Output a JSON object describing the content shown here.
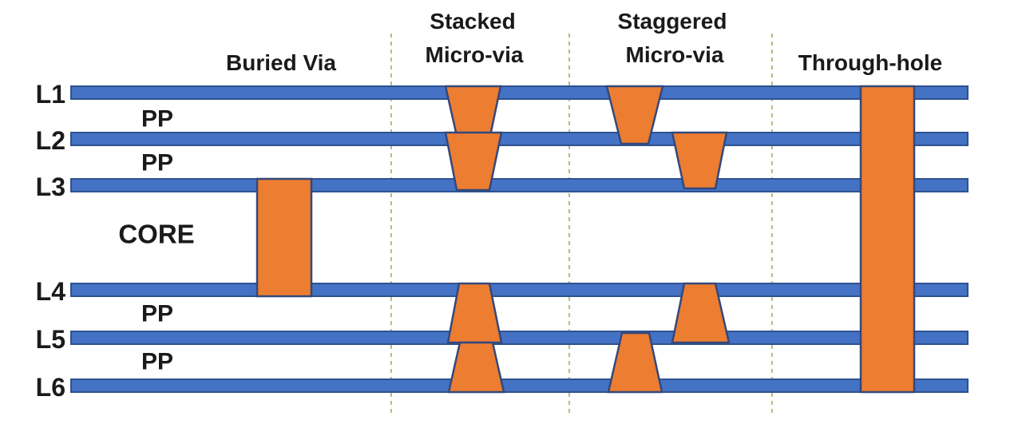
{
  "headers": {
    "buried_via": "Buried Via",
    "stacked": {
      "line1": "Stacked",
      "line2": "Micro-via"
    },
    "staggered": {
      "line1": "Staggered",
      "line2": "Micro-via"
    },
    "through_hole": "Through-hole"
  },
  "layers": [
    {
      "label": "L1"
    },
    {
      "label": "L2"
    },
    {
      "label": "L3"
    },
    {
      "label": "L4"
    },
    {
      "label": "L5"
    },
    {
      "label": "L6"
    }
  ],
  "dielectrics": [
    {
      "label": "PP"
    },
    {
      "label": "PP"
    },
    {
      "label": "CORE"
    },
    {
      "label": "PP"
    },
    {
      "label": "PP"
    }
  ],
  "colors": {
    "copper_fill": "#4472C4",
    "copper_stroke": "#2F528F",
    "via_fill": "#ED7D31",
    "via_stroke": "#33487C",
    "divider": "#9BA75D",
    "text": "#1a1a1a",
    "background": "#FFFFFF"
  }
}
